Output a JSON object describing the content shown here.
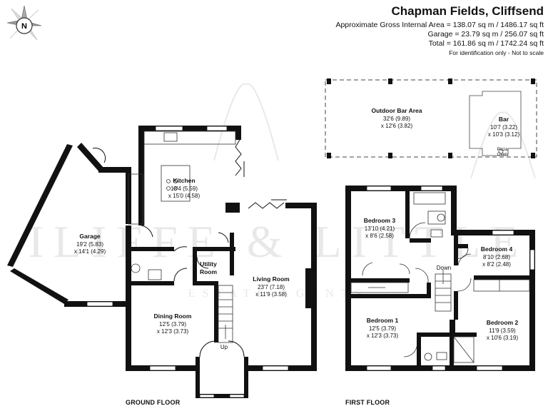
{
  "header": {
    "title": "Chapman Fields, Cliffsend",
    "gross_area": "Approximate Gross Internal Area = 138.07 sq m / 1486.17 sq ft",
    "garage_area": "Garage = 23.79 sq m / 256.07 sq ft",
    "total_area": "Total = 161.86 sq m / 1742.24 sq ft",
    "note": "For identification only - Not to scale"
  },
  "compass": {
    "letter": "N"
  },
  "watermark": {
    "text": "ILIFFE & LITTLE",
    "subtext": "ESTATE AGENTS"
  },
  "floors": {
    "ground": {
      "label": "GROUND FLOOR",
      "rooms": {
        "kitchen": {
          "name": "Kitchen",
          "dim1": "18'4 (5.59)",
          "dim2": "x 15'0 (4.58)"
        },
        "garage": {
          "name": "Garage",
          "dim1": "19'2 (5.83)",
          "dim2": "x 14'1 (4.29)"
        },
        "utility": {
          "name": "Utility",
          "name2": "Room"
        },
        "living": {
          "name": "Living Room",
          "dim1": "23'7 (7.18)",
          "dim2": "x 11'9 (3.58)"
        },
        "dining": {
          "name": "Dining Room",
          "dim1": "12'5 (3.79)",
          "dim2": "x 12'3 (3.73)"
        }
      },
      "stair_label": "Up"
    },
    "first": {
      "label": "FIRST FLOOR",
      "rooms": {
        "outdoor_bar": {
          "name": "Outdoor Bar Area",
          "dim1": "32'6 (9.89)",
          "dim2": "x 12'6 (3.82)"
        },
        "bar": {
          "name": "Bar",
          "dim1": "10'7 (3.22)",
          "dim2": "x 10'3 (3.12)"
        },
        "pizza": {
          "line1": "Pizza",
          "line2": "Oven"
        },
        "bedroom3": {
          "name": "Bedroom 3",
          "dim1": "13'10 (4.21)",
          "dim2": "x 8'6 (2.58)"
        },
        "bedroom4": {
          "name": "Bedroom 4",
          "dim1": "8'10 (2.68)",
          "dim2": "x 8'2 (2.48)"
        },
        "bedroom1": {
          "name": "Bedroom 1",
          "dim1": "12'5 (3.79)",
          "dim2": "x 12'3 (3.73)"
        },
        "bedroom2": {
          "name": "Bedroom 2",
          "dim1": "11'9 (3.59)",
          "dim2": "x 10'6 (3.19)"
        }
      },
      "stair_label": "Down"
    }
  }
}
